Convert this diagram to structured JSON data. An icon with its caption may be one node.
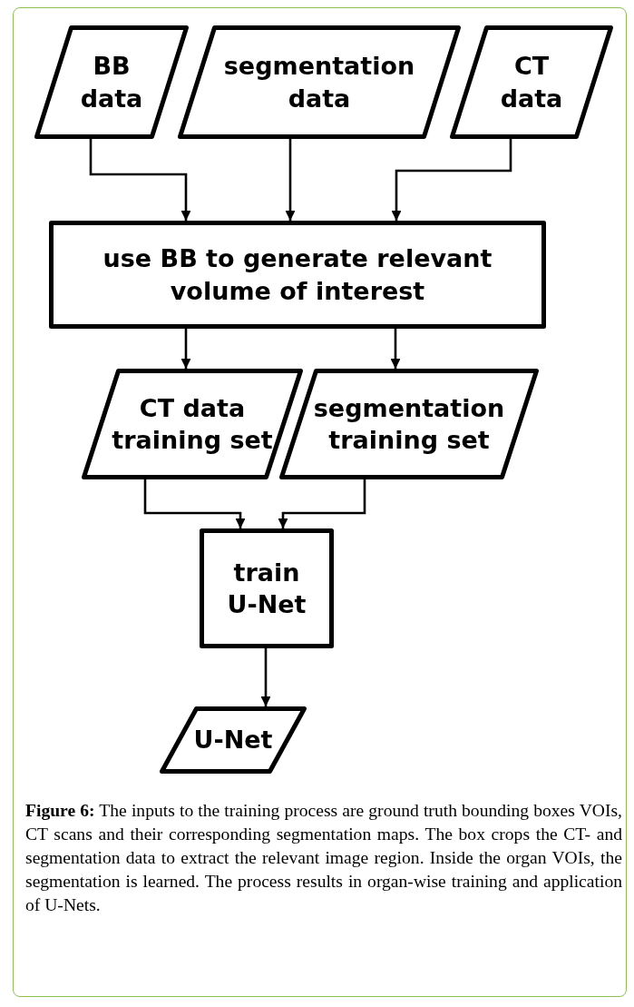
{
  "diagram": {
    "caption": "**Figure 6:** The inputs to the training process are ground truth bounding boxes VOIs, CT scans and their corresponding segmentation maps. The box crops the CT- and segmentation data to extract the relevant image region. Inside the organ VOIs, the segmentation is learned. The process results in organ-wise training and application of U-Nets.",
    "nodes": [
      {
        "text": [
          "BB data"
        ]
      },
      {
        "text": [
          "segmentation data"
        ]
      },
      {
        "text": [
          "CT data"
        ]
      },
      {
        "text": [
          "use BB to generate relevant volume of interest"
        ]
      },
      {
        "text": [
          "CT data training set"
        ]
      },
      {
        "text": [
          "segmentation training set"
        ]
      },
      {
        "text": [
          "train U-Net"
        ]
      },
      {
        "text": [
          "U-Net"
        ]
      }
    ],
    "edges": [
      {
        "from": 0,
        "to": 3,
        "arrow": "to"
      },
      {
        "from": 1,
        "to": 3,
        "arrow": "to"
      },
      {
        "from": 2,
        "to": 3,
        "arrow": "to"
      },
      {
        "from": 3,
        "to": 4,
        "arrow": "to"
      },
      {
        "from": 3,
        "to": 5,
        "arrow": "to"
      },
      {
        "from": 4,
        "to": 6,
        "arrow": "to"
      },
      {
        "from": 5,
        "to": 6,
        "arrow": "to"
      },
      {
        "from": 6,
        "to": 7,
        "arrow": "to"
      }
    ]
  }
}
